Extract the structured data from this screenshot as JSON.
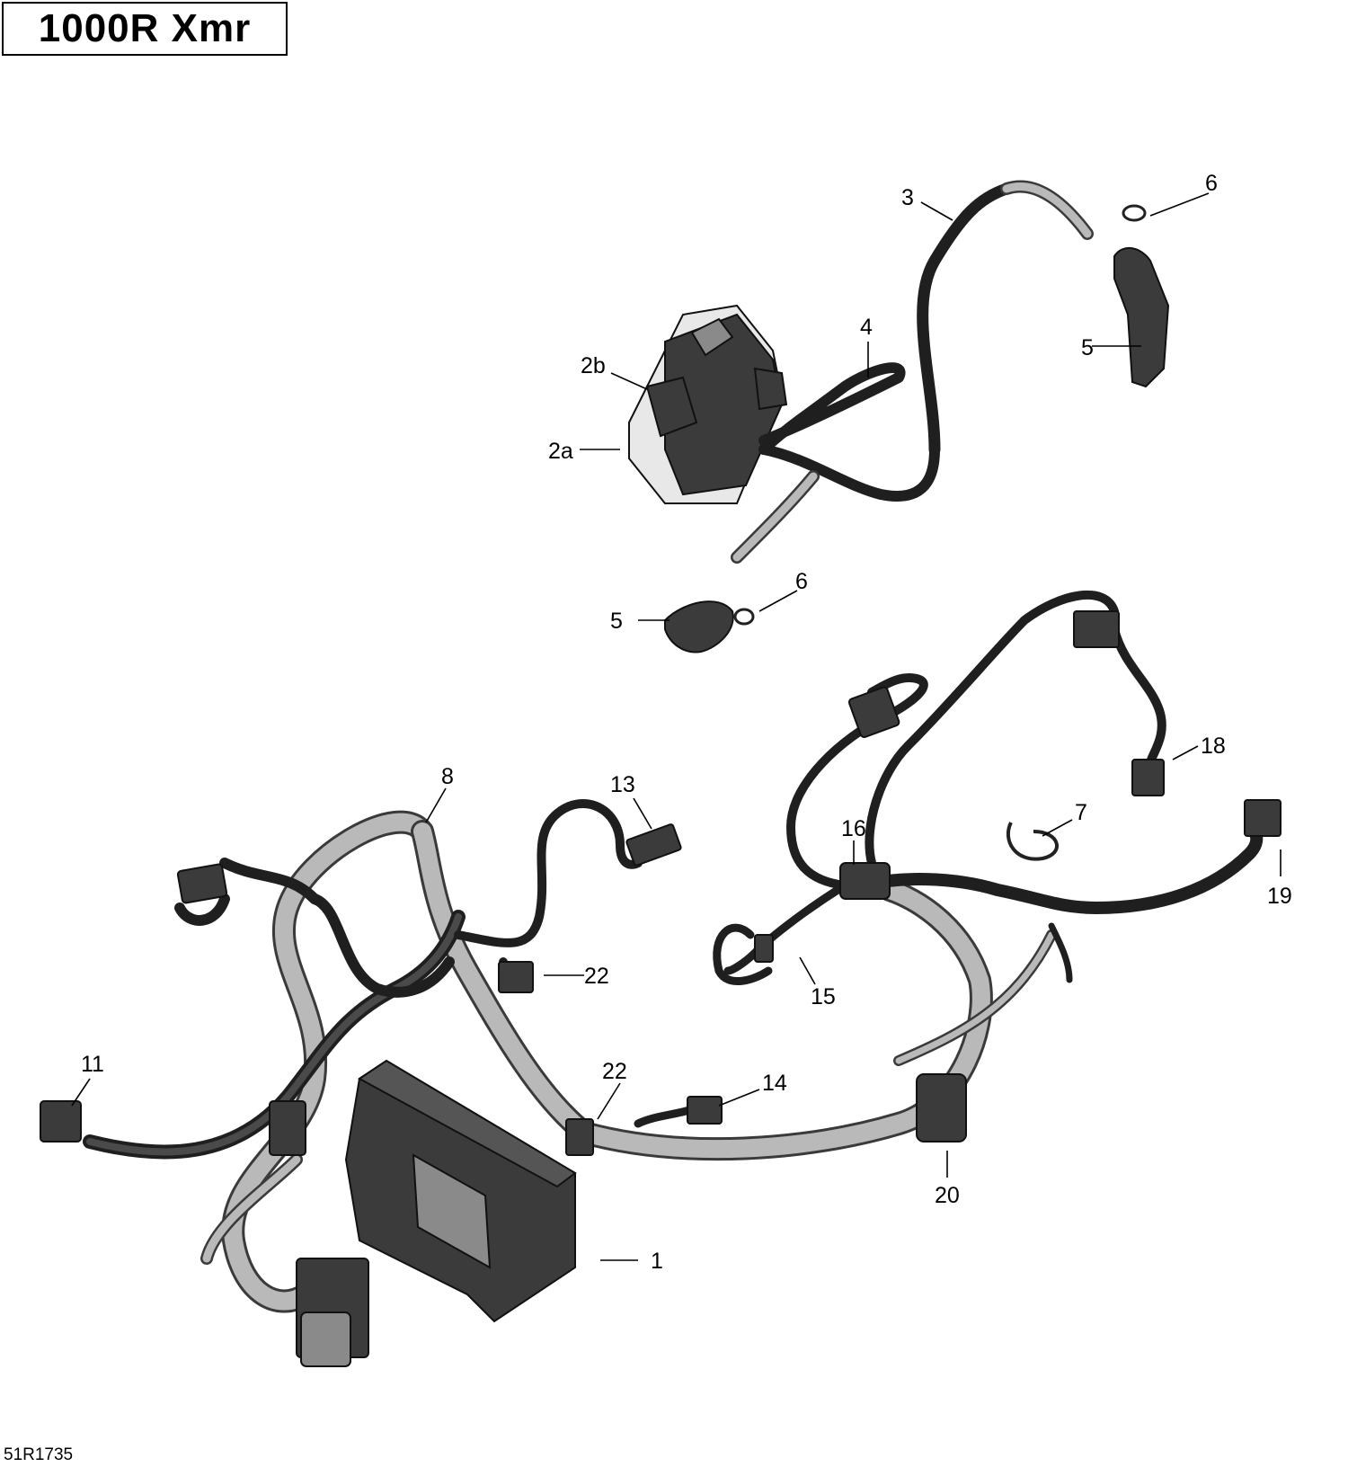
{
  "title": "1000R Xmr",
  "reference_code": "51R1735",
  "callouts": {
    "c1": "1",
    "c2a": "2a",
    "c2b": "2b",
    "c3": "3",
    "c4": "4",
    "c5a": "5",
    "c5b": "5",
    "c6a": "6",
    "c6b": "6",
    "c7": "7",
    "c8": "8",
    "c11": "11",
    "c13": "13",
    "c14": "14",
    "c15": "15",
    "c16": "16",
    "c18": "18",
    "c19": "19",
    "c20": "20",
    "c22a": "22",
    "c22b": "22"
  }
}
